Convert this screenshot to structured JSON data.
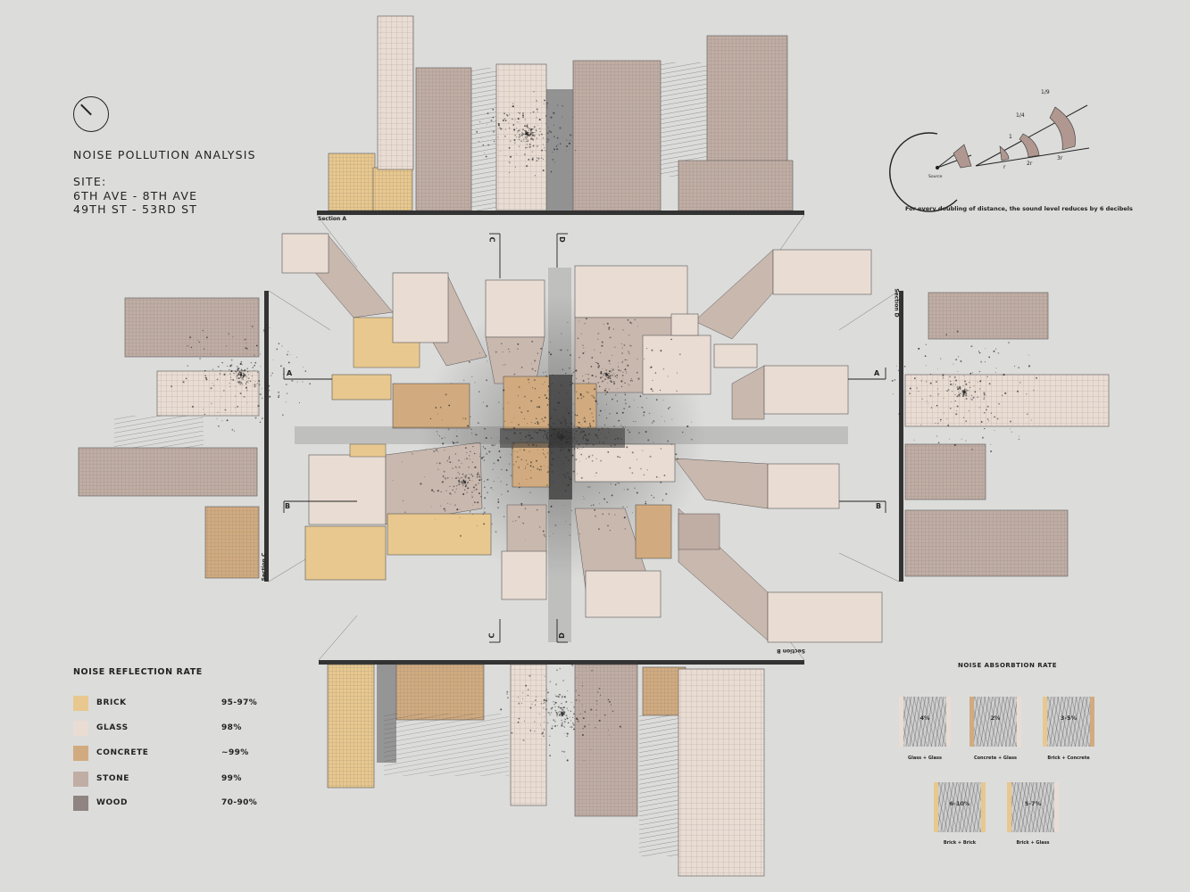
{
  "header": {
    "title": "NOISE POLLUTION ANALYSIS",
    "site_lines": [
      "SITE:",
      "6TH AVE - 8TH AVE",
      "49TH ST - 53RD ST"
    ]
  },
  "sound_note": "For every doubling of distance, the sound level reduces by 6 decibels",
  "sound_diagram": {
    "source_label": "Source",
    "fractions": [
      "1",
      "1/4",
      "1/9"
    ],
    "distances": [
      "r",
      "2r",
      "3r"
    ]
  },
  "section_labels": {
    "a": "Section A",
    "b": "Section B",
    "c": "Section C",
    "d": "Section D"
  },
  "cut_marks": {
    "a": "A",
    "b": "B",
    "c": "C",
    "d": "D"
  },
  "reflection_legend": {
    "title": "NOISE REFLECTION RATE",
    "items": [
      {
        "label": "BRICK",
        "value": "95-97%",
        "color": "#e8c88e"
      },
      {
        "label": "GLASS",
        "value": "98%",
        "color": "#e9dcd3"
      },
      {
        "label": "CONCRETE",
        "value": "~99%",
        "color": "#d1ab7f"
      },
      {
        "label": "STONE",
        "value": "99%",
        "color": "#c0ada4"
      },
      {
        "label": "WOOD",
        "value": "70-90%",
        "color": "#8f8481"
      }
    ]
  },
  "absorption": {
    "title": "NOISE ABSORBTION RATE",
    "items": [
      {
        "pct": "4%",
        "caption": "Glass + Glass",
        "left": "#e9dcd3",
        "right": "#e9dcd3"
      },
      {
        "pct": "2%",
        "caption": "Concrete + Glass",
        "left": "#d1ab7f",
        "right": "#e9dcd3"
      },
      {
        "pct": "3-5%",
        "caption": "Brick + Concrete",
        "left": "#e8c88e",
        "right": "#d1ab7f"
      },
      {
        "pct": "6-10%",
        "caption": "Brick + Brick",
        "left": "#e8c88e",
        "right": "#e8c88e"
      },
      {
        "pct": "5-7%",
        "caption": "Brick + Glass",
        "left": "#e8c88e",
        "right": "#e9dcd3"
      }
    ]
  },
  "colors": {
    "background": "#dcdcdb",
    "glass": "#e9dcd3",
    "glass_side": "#c9b8ae",
    "brick": "#e8c88e",
    "concrete": "#d1ab7f",
    "stone": "#c0ada4",
    "wood": "#8f8481"
  }
}
